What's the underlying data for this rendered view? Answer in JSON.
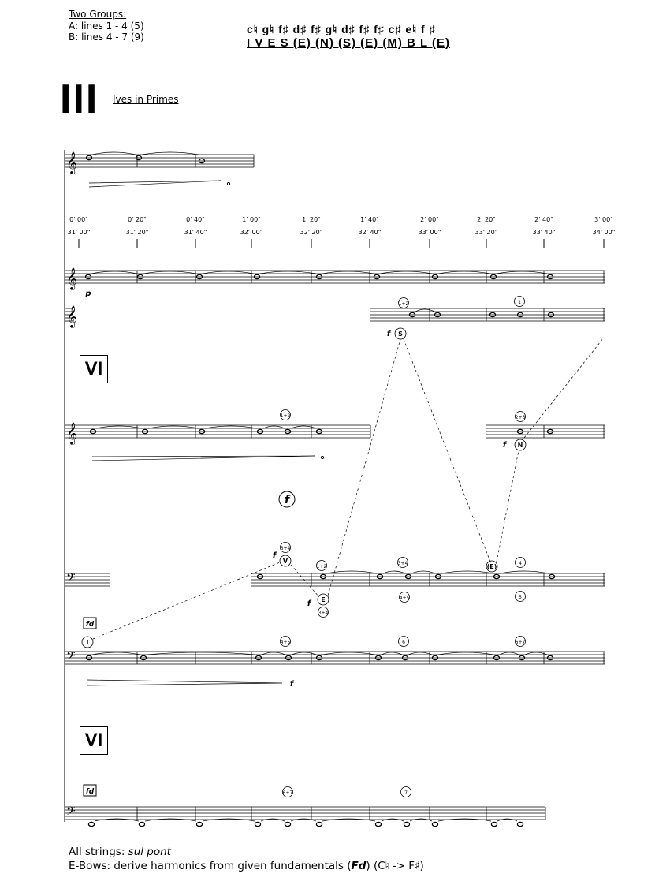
{
  "header": {
    "groups_title": "Two Groups:",
    "group_a": "A: lines 1 - 4 (5)",
    "group_b": "B: lines 4 - 7 (9)",
    "pitch_names": "c♮ g♮ f♯ d♯  f♯   g♮  d♯   f♯    f♯ c♯ e♮  f ♯",
    "motto": "I V E  S (E) (N) (S) (E) (M) B L (E)"
  },
  "section": {
    "number": "III",
    "title": "Ives in Primes"
  },
  "timeline": {
    "top": [
      "0' 00\"",
      "0' 20\"",
      "0' 40\"",
      "1' 00\"",
      "1' 20\"",
      "1' 40\"",
      "2' 00\"",
      "2' 20\"",
      "2' 40\"",
      "3' 00\""
    ],
    "bottom": [
      "31' 00\"",
      "31' 20\"",
      "31' 40\"",
      "32' 00\"",
      "32' 20\"",
      "32' 40\"",
      "33' 00\"",
      "33' 20\"",
      "33' 40\"",
      "34' 00\""
    ]
  },
  "boxes": {
    "vi": "VI",
    "fd": "fd"
  },
  "dynamics": {
    "p": "p",
    "f": "f"
  },
  "circles": [
    "1+2",
    "1",
    "S",
    "1+2",
    "2+3",
    "N",
    "3+4",
    "V",
    "1+2",
    "E",
    "3+4",
    "3+4",
    "4+5",
    "(E)",
    "4",
    "5",
    "I",
    "4+5",
    "6",
    "6+7",
    "6+7",
    "7"
  ],
  "footer": {
    "line1_prefix": "All strings: ",
    "line1_italic": "sul pont",
    "line2_prefix": "E-Bows: derive harmonics from given fundamentals (",
    "line2_bold": "Fd",
    "line2_suffix": ") (C♮ -> F♯)"
  }
}
